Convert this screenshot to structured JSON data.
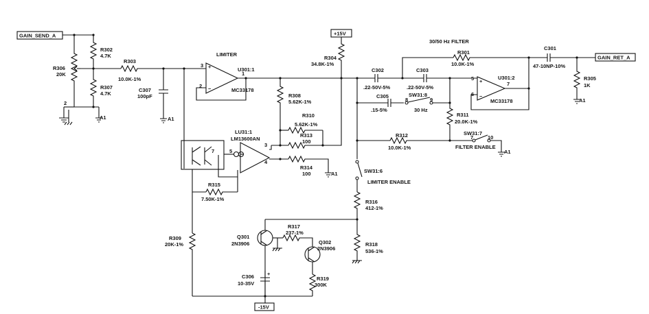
{
  "ports": {
    "gain_send": "GAIN_SEND_A",
    "gain_ret": "GAIN_RET_A",
    "pos_supply": "+15V",
    "neg_supply": "-15V"
  },
  "titles": {
    "limiter": "LIMITER",
    "filter": "30/50 Hz FILTER"
  },
  "components": {
    "r302_ref": "R302",
    "r302_val": "4.7K",
    "r306_ref": "R306",
    "r306_val": "20K",
    "r307_ref": "R307",
    "r307_val": "4.7K",
    "r303_ref": "R303",
    "r303_val": "10.0K-1%",
    "c307_ref": "C307",
    "c307_val": "100pF",
    "u301a_ref": "U301:1",
    "u301a_part": "MC33178",
    "u31_ref": "LU31:1",
    "u31_part": "LM13600AN",
    "r304_ref": "R304",
    "r304_val": "34.8K-1%",
    "r308_ref": "R308",
    "r308_val": "5.62K-1%",
    "r310_ref": "R310",
    "r310_val": "5.62K-1%",
    "r313_ref": "R313",
    "r313_val": "100",
    "r314_ref": "R314",
    "r314_val": "100",
    "r315_ref": "R315",
    "r315_val": "7.50K-1%",
    "r309_ref": "R309",
    "r309_val": "20K-1%",
    "q301_ref": "Q301",
    "q301_part": "2N3906",
    "q302_ref": "Q302",
    "q302_part": "2N3906",
    "r317_ref": "R317",
    "r317_val": "237-1%",
    "r319_ref": "R319",
    "r319_val": "300K",
    "c306_ref": "C306",
    "c306_val": "10-35V",
    "c302_ref": "C302",
    "c302_val": ".22-50V-5%",
    "c303_ref": "C303",
    "c303_val": ".22-50V-5%",
    "r301_ref": "R301",
    "r301_val": "10.0K-1%",
    "c301_ref": "C301",
    "c301_val": "47-10NP-10%",
    "r305_ref": "R305",
    "r305_val": "1K",
    "u301b_ref": "U301:2",
    "u301b_part": "MC33178",
    "c305_ref": "C305",
    "c305_val": ".15-5%",
    "sw318_ref": "SW31:8",
    "sw318_val": "30 Hz",
    "r311_ref": "R311",
    "r311_val": "20.0K-1%",
    "r312_ref": "R312",
    "r312_val": "10.0K-1%",
    "sw317_ref": "SW31:7",
    "sw317_label": "FILTER ENABLE",
    "sw316_ref": "SW31:6",
    "sw316_label": "LIMITER ENABLE",
    "r316_ref": "R316",
    "r316_val": "412-1%",
    "r318_ref": "R318",
    "r318_val": "536-1%"
  },
  "pins": {
    "u1_in": "3",
    "u1_fb": "2",
    "u1_out": "1",
    "u31_5": "5",
    "u31_7": "7",
    "u31_3": "3",
    "u31_4": "4",
    "u2_5": "5",
    "u2_6": "6",
    "u2_7": "7",
    "sw8_a": "8",
    "sw8_b": "9",
    "sw7_a": "7",
    "sw7_b": "10",
    "r306_2": "2"
  },
  "grounds": {
    "a1": "A1"
  }
}
